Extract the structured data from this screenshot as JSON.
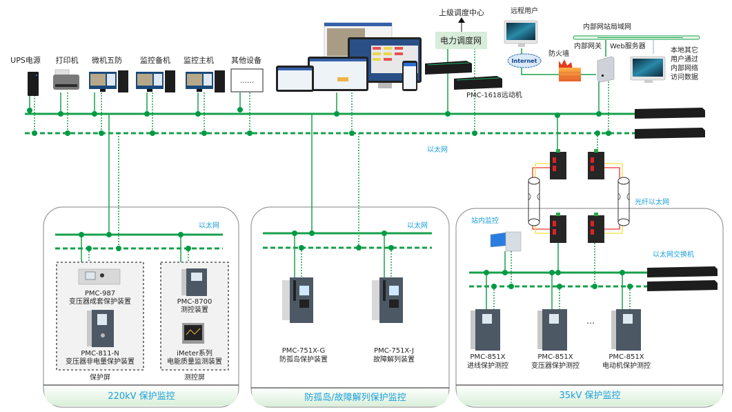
{
  "top_devices": [
    {
      "id": "ups",
      "label": "UPS电源"
    },
    {
      "id": "printer",
      "label": "打印机"
    },
    {
      "id": "five-defense",
      "label": "微机五防"
    },
    {
      "id": "backup-monitor",
      "label": "监控备机"
    },
    {
      "id": "main-monitor",
      "label": "监控主机"
    },
    {
      "id": "other",
      "label": "其他设备",
      "placeholder": "……"
    }
  ],
  "dispatch": {
    "upper_center": "上级调度中心",
    "network": "电力调度网",
    "rtu": "PMC-1618远动机"
  },
  "remote": {
    "remote_user": "远程用户",
    "internet": "Internet",
    "firewall": "防火墙",
    "lan": "内部网站局域网",
    "gateway": "内部网关",
    "web_server": "Web服务器",
    "local_users_note": [
      "本地其它",
      "用户通过",
      "内部网络",
      "访问数据"
    ]
  },
  "networks": {
    "ethernet_main": "以太网",
    "fiber_ethernet": "光纤以太网",
    "switch_label": "以太网交换机",
    "station_monitor": "站内监控"
  },
  "panels": [
    {
      "id": "220kv",
      "ethernet_label": "以太网",
      "footer": "220kV 保护监控",
      "screens": [
        {
          "title": "保护屏",
          "devices": [
            {
              "model": "PMC-987",
              "desc": "变压器成套保护装置"
            },
            {
              "model": "PMC-811-N",
              "desc": "变压器非电量保护装置"
            }
          ]
        },
        {
          "title": "测控屏",
          "devices": [
            {
              "model": "PMC-8700",
              "desc": "测控装置"
            },
            {
              "model": "iMeter系列",
              "desc": "电能质量监测装置"
            }
          ]
        }
      ]
    },
    {
      "id": "anti-island",
      "ethernet_label": "以太网",
      "footer": "防孤岛/故障解列保护监控",
      "devices": [
        {
          "model": "PMC-751X-G",
          "desc": "防孤岛保护装置"
        },
        {
          "model": "PMC-751X-J",
          "desc": "故障解列装置"
        }
      ]
    },
    {
      "id": "35kv",
      "footer": "35kV 保护监控",
      "ellipsis": "…",
      "devices": [
        {
          "model": "PMC-851X",
          "desc": "进线保护测控"
        },
        {
          "model": "PMC-851X",
          "desc": "变压器保护测控"
        },
        {
          "model": "PMC-851X",
          "desc": "电动机保护测控"
        }
      ]
    }
  ],
  "colors": {
    "bus_green": "#16a04a",
    "label_blue": "#1a9fd8",
    "dispatch_bg": "#d7ecd9"
  }
}
